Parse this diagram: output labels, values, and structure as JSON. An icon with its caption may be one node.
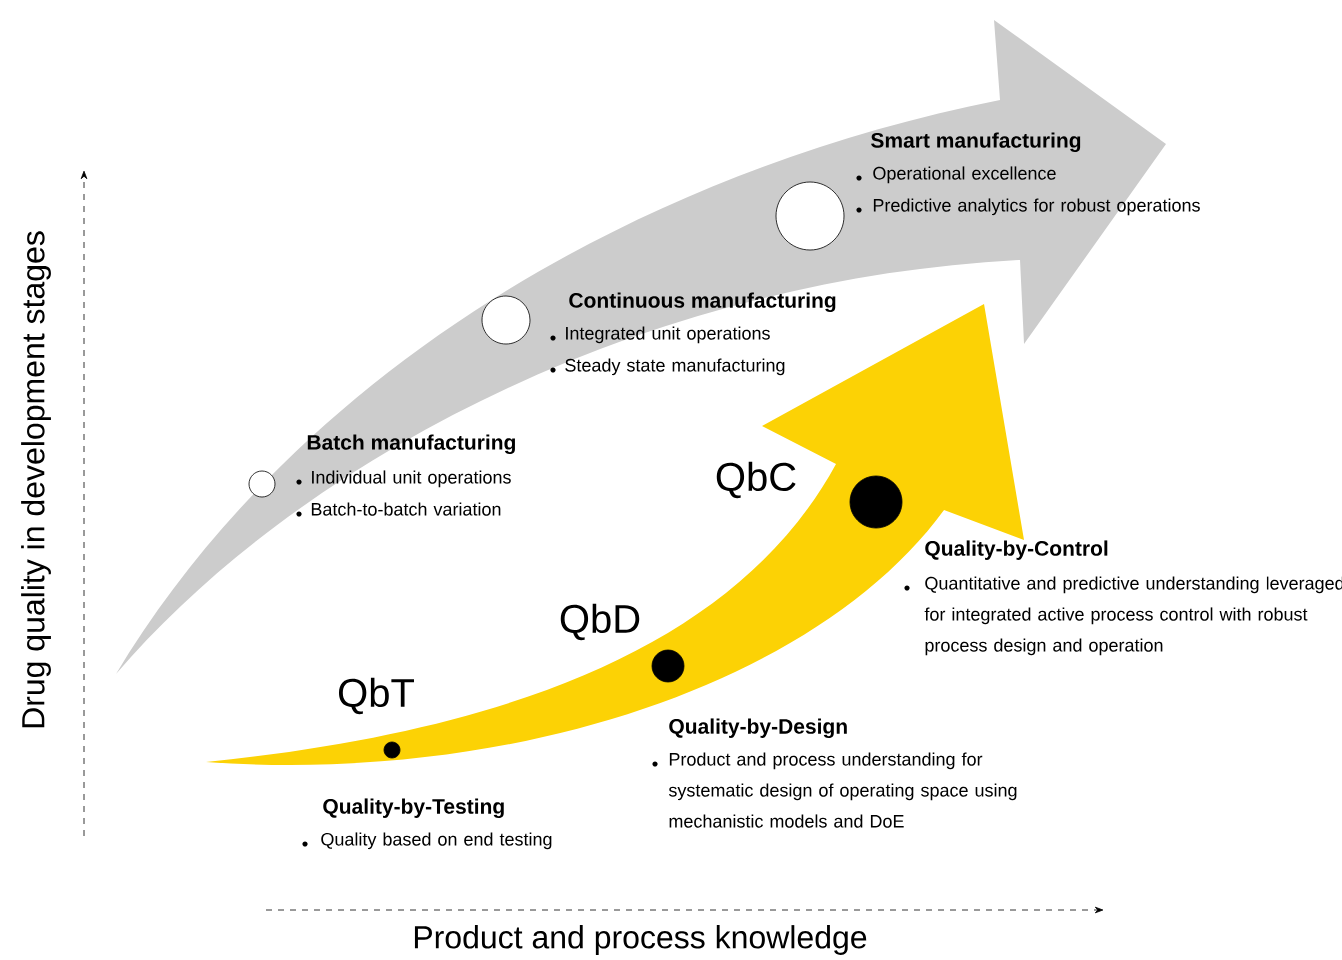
{
  "diagram": {
    "nodes": [
      {
        "text": [],
        "shape": "circle",
        "beside": [
          "Batch manufacturing",
          "Individual unit operations",
          "Batch-to-batch variation"
        ]
      },
      {
        "text": [],
        "shape": "circle",
        "beside": [
          "Continuous manufacturing",
          "Integrated unit operations",
          "Steady state manufacturing"
        ]
      },
      {
        "text": [],
        "shape": "circle",
        "beside": [
          "Smart manufacturing",
          "Operational excellence",
          "Predictive analytics for robust operations"
        ]
      },
      {
        "text": [],
        "shape": "circle",
        "beside": [
          "Quality-by-Testing",
          "Quality based on end testing"
        ]
      },
      {
        "text": [],
        "shape": "circle",
        "beside": [
          "Quality-by-Design",
          "Product and process understanding for systematic design of operating space using mechanistic models and DoE"
        ]
      },
      {
        "text": [],
        "shape": "circle",
        "beside": [
          "Quality-by-Control",
          "Quantitative and predictive understanding leveraged for integrated active process control with robust process design and operation"
        ]
      }
    ],
    "labels": [
      "QbC",
      "QbD",
      "QbT",
      "Drug quality in development stages",
      "Product and process knowledge"
    ]
  }
}
